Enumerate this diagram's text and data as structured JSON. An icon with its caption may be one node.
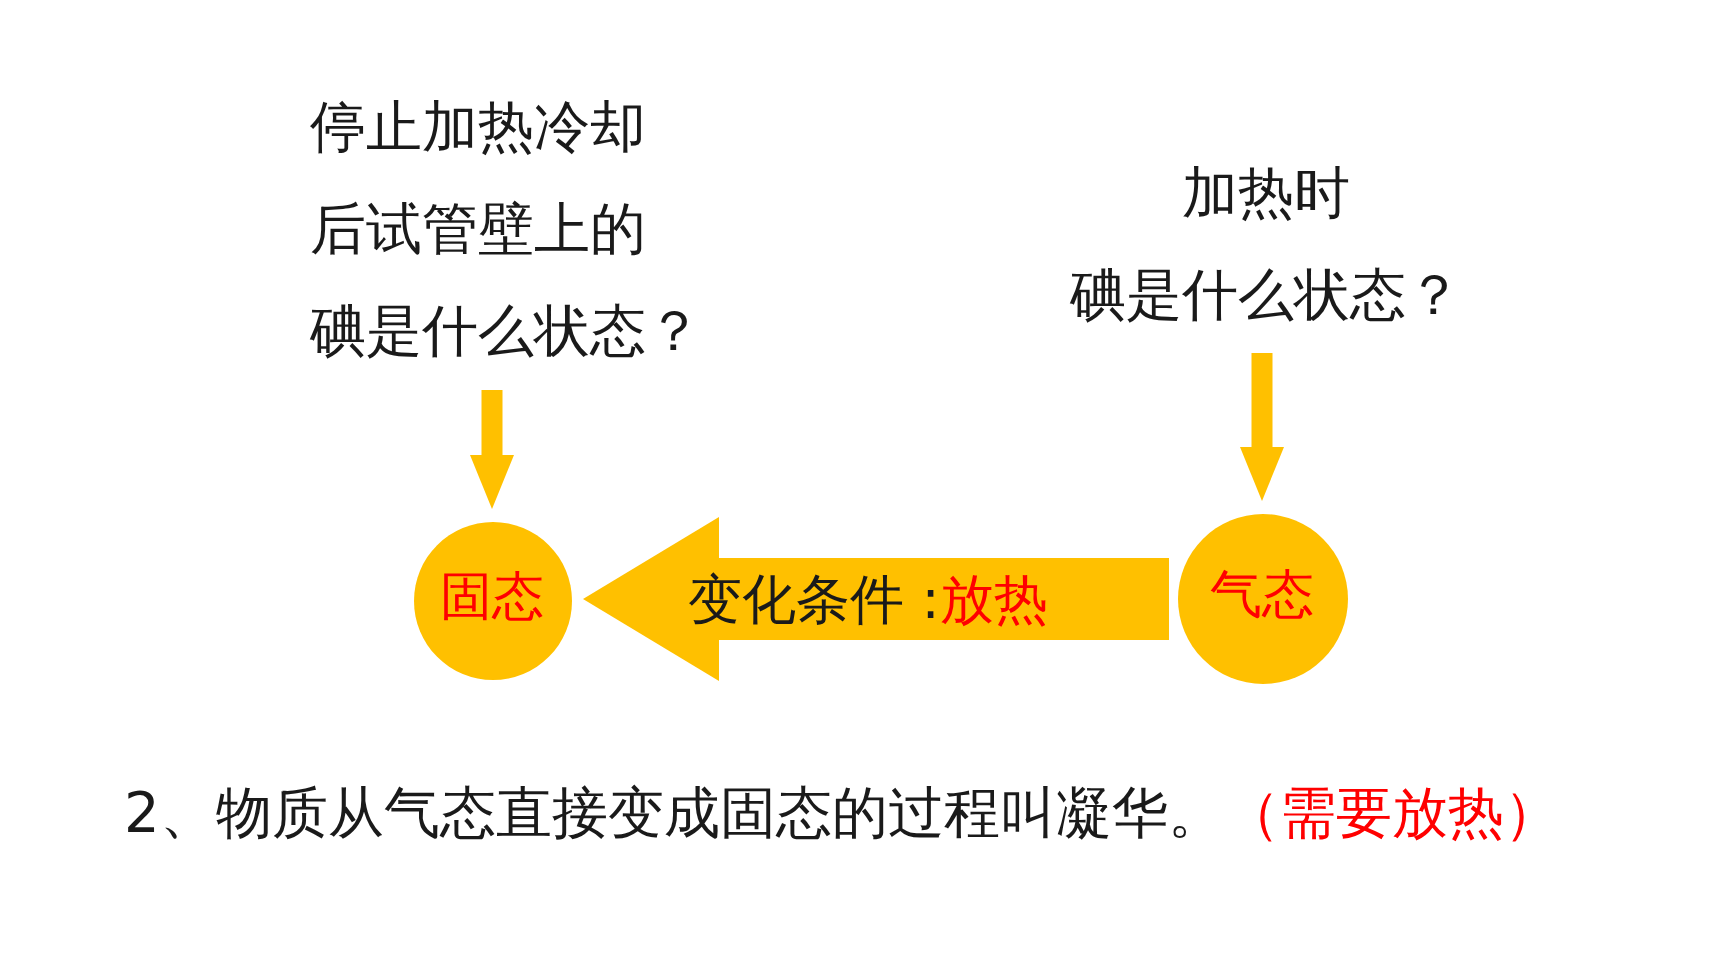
{
  "diagram": {
    "nodes": [
      {
        "text": [
          "停止加热冷却后试管壁上的碘是什么状态？"
        ]
      },
      {
        "text": [
          "加热时碘是什么状态？"
        ]
      },
      {
        "text": [
          "固态"
        ]
      },
      {
        "text": [
          "气态"
        ]
      }
    ],
    "edges": [
      {
        "from": 0,
        "to": 2,
        "arrow": "to"
      },
      {
        "from": 1,
        "to": 3,
        "arrow": "to"
      },
      {
        "from": 3,
        "to": 2,
        "arrow": "to",
        "label": "变化条件 :**放热**",
        "style": "thick"
      }
    ],
    "labels": [
      "2、物质从气态直接变成固态的过程叫凝华。**（需要放热）**"
    ]
  }
}
